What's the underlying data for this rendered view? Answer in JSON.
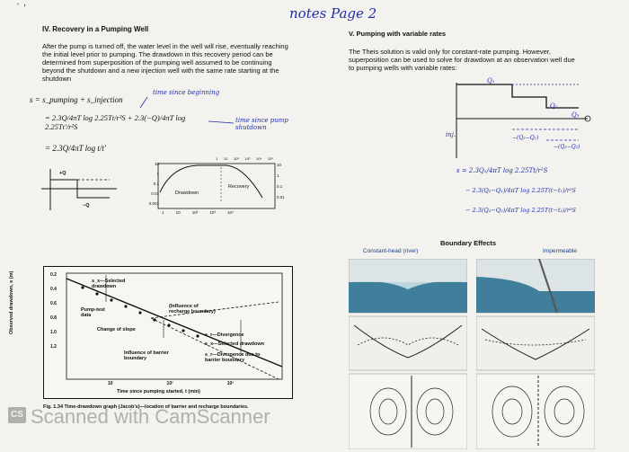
{
  "header": {
    "marks": "`   '",
    "handwritten_note": "notes Page 2"
  },
  "left": {
    "heading": "IV. Recovery in a Pumping Well",
    "paragraph": "After the pump is turned off, the water level in the well will rise, eventually reaching the initial level prior to pumping. The drawdown in this recovery period can be determined from superposition of the pumping well assumed to be continuing beyond the shutdown and a new injection well with the same rate starting at the shutdown",
    "label_since_beginning": "time since beginning",
    "label_since_shutdown": "time since pump shutdown",
    "eq1": "s = s_pumping + s_injection",
    "eq2": "= 2.3Q/4πT log 2.25Tt/r²S + 2.3(−Q)/4πT log 2.25Tt′/r²S",
    "eq3": "= 2.3Q/4πT log t/t′",
    "hydro_plus": "+Q",
    "hydro_minus": "−Q",
    "plot_drawdown": "Drawdown",
    "plot_recovery": "Recovery",
    "y_ticks": [
      "10",
      "1",
      "0.1",
      "0.01",
      "0.001"
    ],
    "x_ticks": [
      "1",
      "10",
      "10²",
      "10³",
      "10⁴"
    ],
    "top_ticks": [
      "1",
      "10",
      "10²",
      "10³",
      "10⁴",
      "10⁵"
    ],
    "right_ticks": [
      "10",
      "1",
      "0.1",
      "0.01"
    ]
  },
  "right": {
    "heading": "V. Pumping with variable rates",
    "paragraph": "The Theis solution is valid only for constant-rate pumping. However, superposition can be used to solve for drawdown at an observation well due to pumping wells with variable rates:",
    "q_labels": [
      "Q₁",
      "Q₂",
      "Q₃"
    ],
    "inj_label": "inj.",
    "diff_labels": [
      "−(Q₂−Q₁)",
      "−(Q₃−Q₂)"
    ],
    "s_eq": "s = 2.3Q₁/4πT log 2.25Tt/r²S",
    "s_eq2": "− 2.3(Q₂−Q₁)/4πT log 2.25T(t−t₁)/r²S",
    "s_eq3": "− 2.3(Q₃−Q₂)/4πT log 2.25T(t−t₂)/r²S",
    "boundary_title": "Boundary Effects",
    "constant_head": "Constant-head (river)",
    "impermeable": "Impermeable"
  },
  "bottom_chart": {
    "y_label": "Observed drawdown, s (m)",
    "x_label": "Time since pumping started, t (min)",
    "y_ticks": [
      "0.2",
      "0.4",
      "0.6",
      "0.8",
      "1.0",
      "1.2"
    ],
    "x_ticks": [
      "10",
      "10²",
      "10³"
    ],
    "annotations": {
      "selected": "s_x—Selected drawdown",
      "pump_test": "Pump-test data",
      "change_slope": "Change of slope",
      "influence_rech": "(Influence of recharge boundary)",
      "s_divergence": "s_r—Divergence",
      "s_selected": "s_x—Selected drawdown",
      "s_div_image": "s_r—Divergence due to barrier boundary",
      "influence_barrier": "Influence of barrier boundary"
    },
    "caption": "Fig. 1.34  Time-drawdown graph (Jacob's)—location of barrier and recharge boundaries."
  },
  "watermark": {
    "badge": "CS",
    "text": "Scanned with CamScanner"
  }
}
